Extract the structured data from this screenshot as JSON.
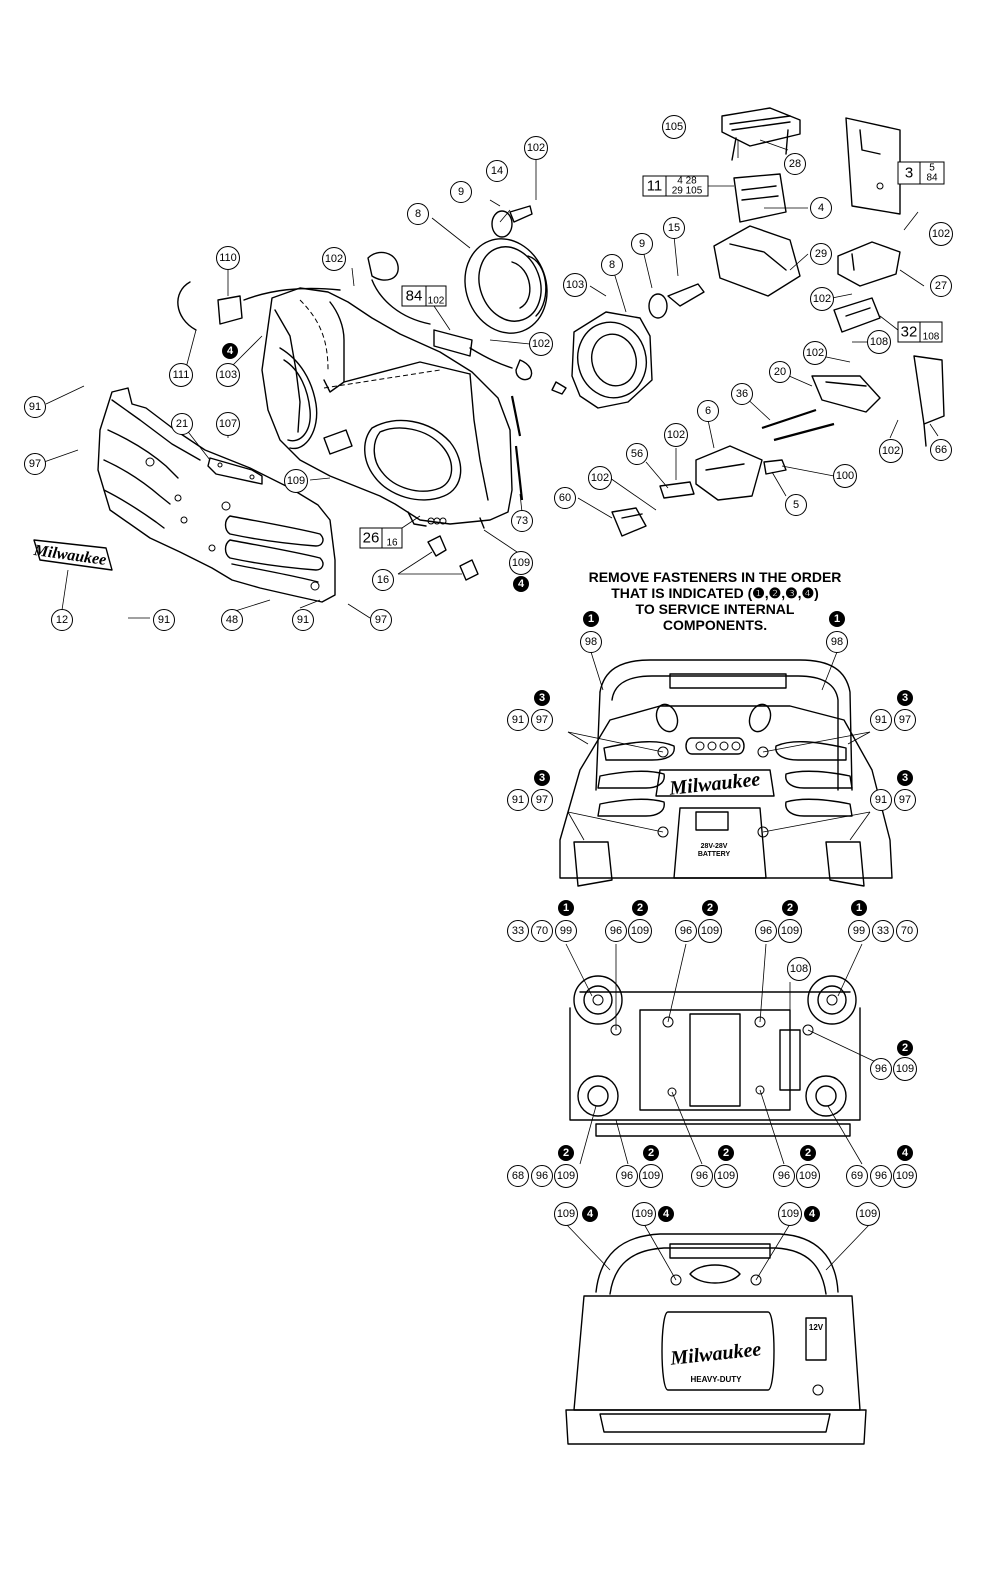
{
  "instruction": {
    "lines": [
      "REMOVE FASTENERS IN THE ORDER",
      "THAT IS INDICATED (❶,❷,❸,❹)",
      "TO SERVICE INTERNAL",
      "COMPONENTS."
    ]
  },
  "brand": {
    "logo_text": "Milwaukee",
    "battery_text_1": "28V-28V",
    "battery_text_2": "BATTERY",
    "badge_text": "HEAVY-DUTY",
    "jack_text": "12V"
  },
  "callouts": [
    {
      "label": "105"
    },
    {
      "label": "28"
    },
    {
      "label": "102"
    },
    {
      "label": "14"
    },
    {
      "label": "9"
    },
    {
      "label": "8"
    },
    {
      "label": "4"
    },
    {
      "label": "102"
    },
    {
      "label": "110"
    },
    {
      "label": "102"
    },
    {
      "label": "111"
    },
    {
      "label": "103"
    },
    {
      "label": "102"
    },
    {
      "label": "103"
    },
    {
      "label": "8"
    },
    {
      "label": "9"
    },
    {
      "label": "15"
    },
    {
      "label": "29"
    },
    {
      "label": "27"
    },
    {
      "label": "102"
    },
    {
      "label": "108"
    },
    {
      "label": "102"
    },
    {
      "label": "20"
    },
    {
      "label": "36"
    },
    {
      "label": "102"
    },
    {
      "label": "66"
    },
    {
      "label": "91"
    },
    {
      "label": "21"
    },
    {
      "label": "107"
    },
    {
      "label": "97"
    },
    {
      "label": "109"
    },
    {
      "label": "6"
    },
    {
      "label": "102"
    },
    {
      "label": "56"
    },
    {
      "label": "100"
    },
    {
      "label": "102"
    },
    {
      "label": "5"
    },
    {
      "label": "60"
    },
    {
      "label": "73"
    },
    {
      "label": "109"
    },
    {
      "label": "16"
    },
    {
      "label": "12"
    },
    {
      "label": "91"
    },
    {
      "label": "48"
    },
    {
      "label": "91"
    },
    {
      "label": "97"
    },
    {
      "label": "98"
    },
    {
      "label": "98"
    },
    {
      "label": "91"
    },
    {
      "label": "97"
    },
    {
      "label": "91"
    },
    {
      "label": "97"
    },
    {
      "label": "91"
    },
    {
      "label": "97"
    },
    {
      "label": "91"
    },
    {
      "label": "97"
    },
    {
      "label": "33"
    },
    {
      "label": "70"
    },
    {
      "label": "99"
    },
    {
      "label": "96"
    },
    {
      "label": "109"
    },
    {
      "label": "96"
    },
    {
      "label": "109"
    },
    {
      "label": "96"
    },
    {
      "label": "109"
    },
    {
      "label": "108"
    },
    {
      "label": "99"
    },
    {
      "label": "33"
    },
    {
      "label": "70"
    },
    {
      "label": "96"
    },
    {
      "label": "109"
    },
    {
      "label": "68"
    },
    {
      "label": "96"
    },
    {
      "label": "109"
    },
    {
      "label": "96"
    },
    {
      "label": "109"
    },
    {
      "label": "96"
    },
    {
      "label": "109"
    },
    {
      "label": "96"
    },
    {
      "label": "109"
    },
    {
      "label": "69"
    },
    {
      "label": "96"
    },
    {
      "label": "109"
    },
    {
      "label": "109"
    },
    {
      "label": "109"
    },
    {
      "label": "109"
    },
    {
      "label": "109"
    }
  ],
  "steps": [
    {
      "label": "4"
    },
    {
      "label": "4"
    },
    {
      "label": "1"
    },
    {
      "label": "1"
    },
    {
      "label": "3"
    },
    {
      "label": "3"
    },
    {
      "label": "3"
    },
    {
      "label": "3"
    },
    {
      "label": "1"
    },
    {
      "label": "2"
    },
    {
      "label": "2"
    },
    {
      "label": "2"
    },
    {
      "label": "1"
    },
    {
      "label": "2"
    },
    {
      "label": "2"
    },
    {
      "label": "2"
    },
    {
      "label": "2"
    },
    {
      "label": "2"
    },
    {
      "label": "4"
    },
    {
      "label": "4"
    },
    {
      "label": "4"
    },
    {
      "label": "4"
    }
  ],
  "boxes": [
    {
      "main": "11",
      "sub_top": "4  28",
      "sub_bottom": "29 105"
    },
    {
      "main": "3",
      "sub_top": "5",
      "sub_bottom": "84"
    },
    {
      "main": "84",
      "sub_top": "",
      "sub_bottom": "102"
    },
    {
      "main": "32",
      "sub_top": "",
      "sub_bottom": "108"
    },
    {
      "main": "26",
      "sub_top": "",
      "sub_bottom": "16"
    }
  ]
}
